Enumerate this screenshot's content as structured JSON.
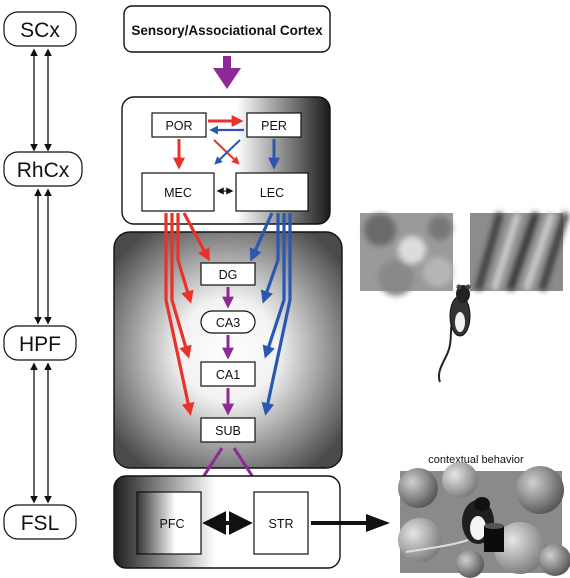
{
  "levels": {
    "scx": "SCx",
    "rhcx": "RhCx",
    "hpf": "HPF",
    "fsl": "FSL"
  },
  "cortex": "Sensory/Associational Cortex",
  "rhinal": {
    "por": "POR",
    "per": "PER",
    "mec": "MEC",
    "lec": "LEC"
  },
  "hippocampus": {
    "dg": "DG",
    "ca3": "CA3",
    "ca1": "CA1",
    "sub": "SUB"
  },
  "forebrain": {
    "pfc": "PFC",
    "str": "STR"
  },
  "behavior_label": "contextual behavior",
  "colors": {
    "red": "#e8322a",
    "blue": "#2a58b0",
    "purple": "#8e2a96",
    "black": "#111111"
  }
}
